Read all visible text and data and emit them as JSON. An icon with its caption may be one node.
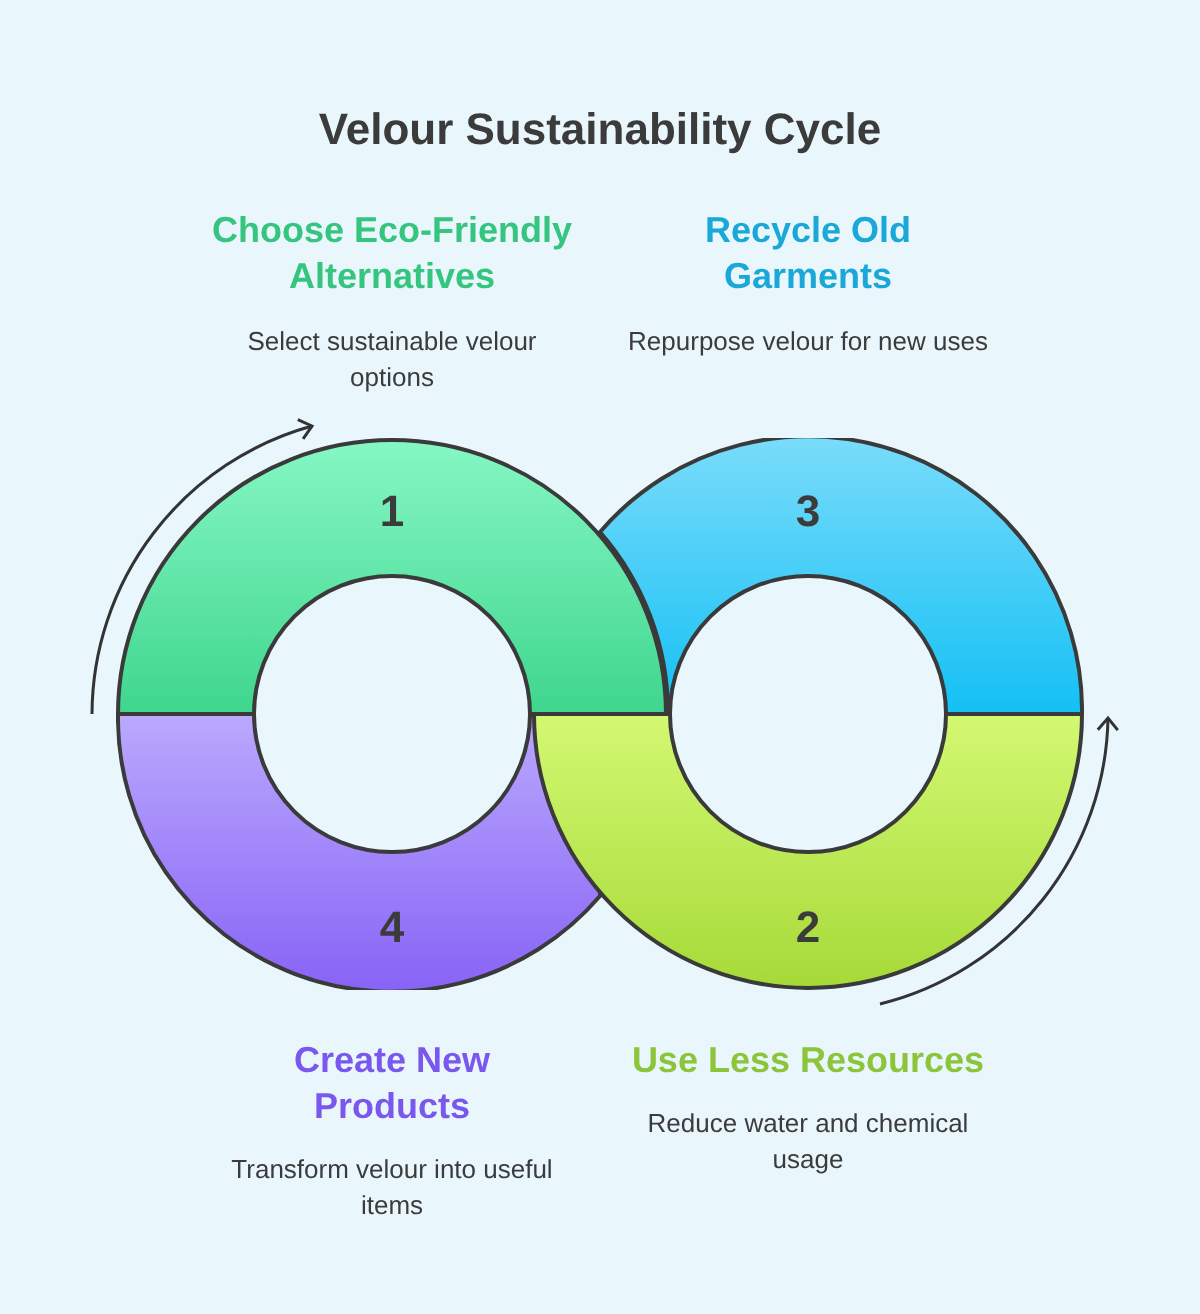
{
  "diagram": {
    "title": "Velour Sustainability Cycle",
    "nodes": [
      {
        "text": [
          "1"
        ],
        "beside": [
          "Choose Eco-Friendly Alternatives",
          "Select sustainable velour options"
        ]
      },
      {
        "text": [
          "3"
        ],
        "beside": [
          "Recycle Old Garments",
          "Repurpose velour for new uses"
        ]
      },
      {
        "text": [
          "4"
        ],
        "beside": [
          "Create New Products",
          "Transform velour into useful items"
        ]
      },
      {
        "text": [
          "2"
        ],
        "beside": [
          "Use Less Resources",
          "Reduce water and chemical usage"
        ]
      }
    ],
    "edges": []
  }
}
